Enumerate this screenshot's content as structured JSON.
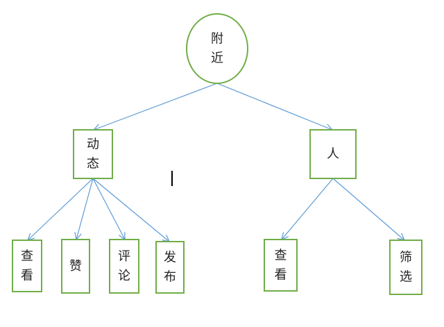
{
  "colors": {
    "node_border": "#70AD47",
    "edge": "#5B9BD5",
    "text": "#222222"
  },
  "diagram": {
    "type": "tree",
    "root": {
      "id": "root",
      "label": [
        "附",
        "近"
      ],
      "shape": "ellipse"
    },
    "nodes": [
      {
        "id": "dongtai",
        "label": [
          "动",
          "态"
        ],
        "shape": "rect"
      },
      {
        "id": "ren",
        "label": [
          "人"
        ],
        "shape": "rect"
      },
      {
        "id": "chakan1",
        "label": [
          "查",
          "看"
        ],
        "shape": "rect"
      },
      {
        "id": "zan",
        "label": [
          "赞"
        ],
        "shape": "rect"
      },
      {
        "id": "pinglun",
        "label": [
          "评",
          "论"
        ],
        "shape": "rect"
      },
      {
        "id": "fabu",
        "label": [
          "发",
          "布"
        ],
        "shape": "rect"
      },
      {
        "id": "chakan2",
        "label": [
          "查",
          "看"
        ],
        "shape": "rect"
      },
      {
        "id": "shaixuan",
        "label": [
          "筛",
          "选"
        ],
        "shape": "rect"
      }
    ],
    "edges": [
      {
        "from": "root",
        "to": "dongtai"
      },
      {
        "from": "root",
        "to": "ren"
      },
      {
        "from": "dongtai",
        "to": "chakan1"
      },
      {
        "from": "dongtai",
        "to": "zan"
      },
      {
        "from": "dongtai",
        "to": "pinglun"
      },
      {
        "from": "dongtai",
        "to": "fabu"
      },
      {
        "from": "ren",
        "to": "chakan2"
      },
      {
        "from": "ren",
        "to": "shaixuan"
      }
    ]
  }
}
